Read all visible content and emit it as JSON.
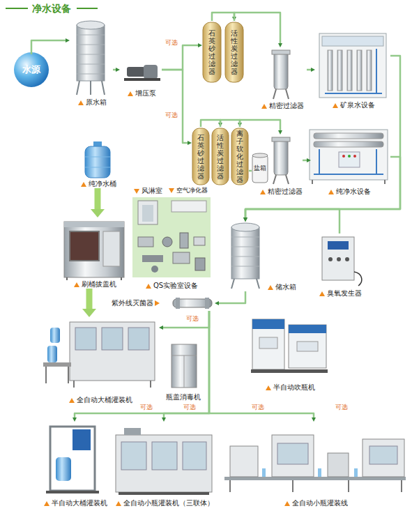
{
  "diagram": {
    "title": "净水设备",
    "nodes": [
      {
        "text": [
          "水源"
        ]
      },
      {
        "text": [
          "原水箱"
        ]
      },
      {
        "text": [
          "增压泵"
        ]
      },
      {
        "text": [
          "石英砂过滤器"
        ]
      },
      {
        "text": [
          "活性炭过滤器"
        ]
      },
      {
        "text": [
          "精密过滤器"
        ]
      },
      {
        "text": [
          "矿泉水设备"
        ]
      },
      {
        "text": [
          "石英砂过滤器"
        ]
      },
      {
        "text": [
          "活性炭过滤器"
        ]
      },
      {
        "text": [
          "离子软化过滤器"
        ]
      },
      {
        "text": [
          "盐箱"
        ]
      },
      {
        "text": [
          "精密过滤器"
        ]
      },
      {
        "text": [
          "纯净水设备"
        ]
      },
      {
        "text": [
          "纯净水桶"
        ]
      },
      {
        "text": [
          "刷桶拔盖机"
        ]
      },
      {
        "text": [
          "QS实验室设备"
        ]
      },
      {
        "text": [
          "风淋室"
        ],
        "in": 15
      },
      {
        "text": [
          "空气净化器"
        ],
        "in": 15
      },
      {
        "text": [
          "储水箱"
        ]
      },
      {
        "text": [
          "臭氧发生器"
        ]
      },
      {
        "text": [
          "紫外线灭菌器"
        ]
      },
      {
        "text": [
          "全自动大桶灌装机"
        ]
      },
      {
        "text": [
          "瓶盖消毒机"
        ]
      },
      {
        "text": [
          "半自动吹瓶机"
        ]
      },
      {
        "text": [
          "半自动大桶灌装机"
        ]
      },
      {
        "text": [
          "全自动小瓶灌装机（三联体）"
        ]
      },
      {
        "text": [
          "全自动小瓶灌装线"
        ]
      }
    ],
    "edges": [
      {
        "from": 0,
        "to": 1,
        "arrow": "to"
      },
      {
        "from": 1,
        "to": 2,
        "arrow": "to"
      },
      {
        "from": 2,
        "to": 3,
        "arrow": "to"
      },
      {
        "from": 2,
        "to": 7,
        "arrow": "to"
      },
      {
        "from": 3,
        "to": 4,
        "arrow": "to"
      },
      {
        "from": 4,
        "to": 5,
        "arrow": "to"
      },
      {
        "from": 5,
        "to": 6,
        "arrow": "to"
      },
      {
        "from": 7,
        "to": 8,
        "arrow": "to"
      },
      {
        "from": 8,
        "to": 9,
        "arrow": "to"
      },
      {
        "from": 9,
        "to": 11,
        "arrow": "to"
      },
      {
        "from": 10,
        "to": 9,
        "arrow": "none"
      },
      {
        "from": 11,
        "to": 12,
        "arrow": "to"
      },
      {
        "from": 6,
        "to": 18,
        "arrow": "to"
      },
      {
        "from": 12,
        "to": 18,
        "arrow": "to"
      },
      {
        "from": 19,
        "to": 18,
        "arrow": "to"
      },
      {
        "from": 18,
        "to": 20,
        "arrow": "to"
      },
      {
        "from": 20,
        "to": 21,
        "arrow": "to"
      },
      {
        "from": 20,
        "to": 24,
        "arrow": "to"
      },
      {
        "from": 20,
        "to": 25,
        "arrow": "to"
      },
      {
        "from": 20,
        "to": 26,
        "arrow": "to"
      },
      {
        "from": 13,
        "to": 14,
        "arrow": "to"
      },
      {
        "from": 14,
        "to": 21,
        "arrow": "to"
      }
    ],
    "labels": [
      "可选",
      "可选",
      "可选",
      "可选",
      "可选",
      "可选",
      "可选"
    ]
  }
}
